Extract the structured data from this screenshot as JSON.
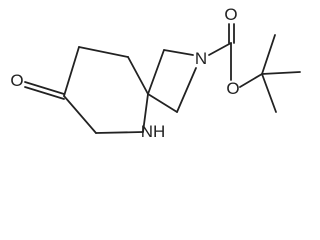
{
  "molecule": {
    "atoms": {
      "ketone_oxygen": "O",
      "amine_nh": "NH",
      "azetidine_n": "N",
      "carbonyl_oxygen": "O",
      "ester_oxygen": "O"
    }
  }
}
